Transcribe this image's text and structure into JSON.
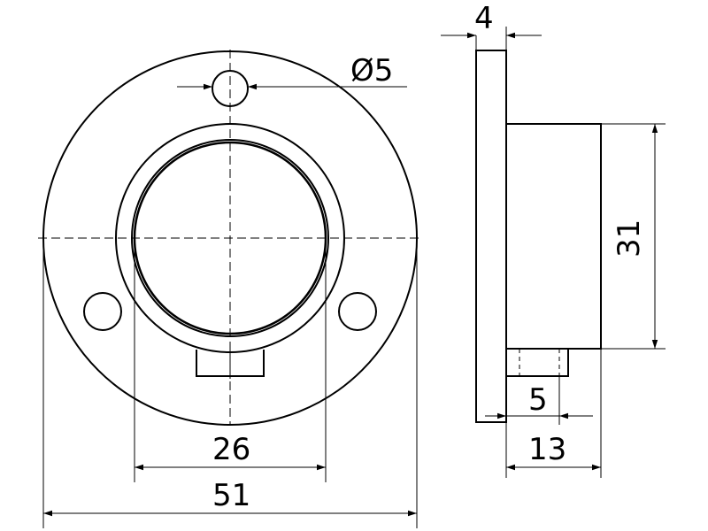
{
  "colors": {
    "line": "#000000",
    "background": "#ffffff"
  },
  "dimensions": {
    "hole_diameter": "Ø5",
    "flange_thickness": "4",
    "tube_height": "31",
    "slot_width": "5",
    "depth": "13",
    "inner_diameter": "26",
    "outer_diameter": "51"
  }
}
